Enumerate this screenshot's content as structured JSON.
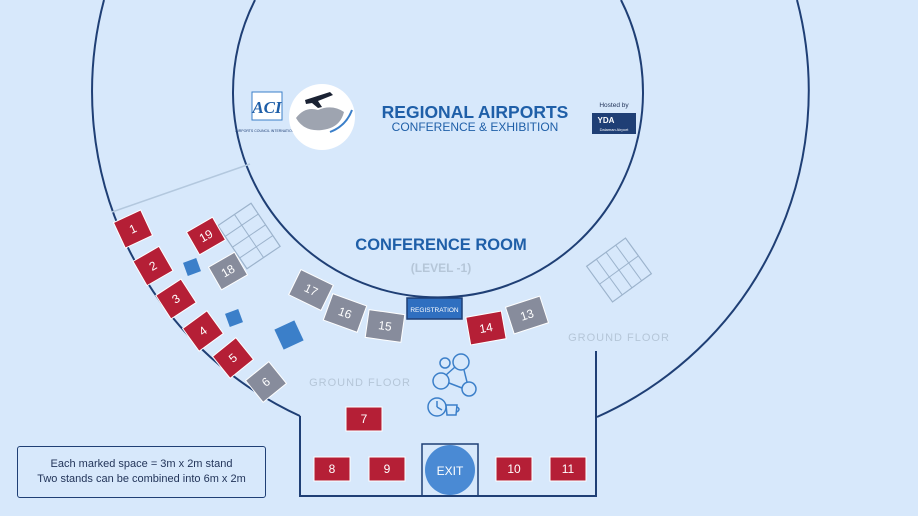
{
  "event": {
    "title": "REGIONAL AIRPORTS",
    "subtitle": "CONFERENCE & EXHIBITION",
    "hosted_by": "Hosted by",
    "host_name": "YDA",
    "host_sub": "Dalaman Airport",
    "aci_logo_text": "ACI",
    "aci_logo_caption": "AIRPORTS COUNCIL INTERNATIONAL"
  },
  "room": {
    "name": "CONFERENCE ROOM",
    "level": "(LEVEL -1)",
    "registration": "REGISTRATION",
    "exit": "EXIT",
    "ground_floor_left": "GROUND FLOOR",
    "ground_floor_right": "GROUND FLOOR"
  },
  "stands": [
    {
      "id": "1",
      "type": "booked"
    },
    {
      "id": "2",
      "type": "booked"
    },
    {
      "id": "3",
      "type": "booked"
    },
    {
      "id": "4",
      "type": "booked"
    },
    {
      "id": "5",
      "type": "booked"
    },
    {
      "id": "6",
      "type": "available"
    },
    {
      "id": "7",
      "type": "booked"
    },
    {
      "id": "8",
      "type": "booked"
    },
    {
      "id": "9",
      "type": "booked"
    },
    {
      "id": "10",
      "type": "booked"
    },
    {
      "id": "11",
      "type": "booked"
    },
    {
      "id": "13",
      "type": "available"
    },
    {
      "id": "14",
      "type": "booked"
    },
    {
      "id": "15",
      "type": "available"
    },
    {
      "id": "16",
      "type": "available"
    },
    {
      "id": "17",
      "type": "available"
    },
    {
      "id": "18",
      "type": "available"
    },
    {
      "id": "19",
      "type": "booked"
    }
  ],
  "legend": {
    "line1": "Each marked space = 3m x 2m stand",
    "line2": "Two stands can be combined into 6m x 2m"
  },
  "colors": {
    "background": "#d7e8fb",
    "outline": "#1f3f75",
    "booked": "#b51f36",
    "available": "#878c9c",
    "accent": "#3b7fc9",
    "title": "#1f5fa8"
  }
}
